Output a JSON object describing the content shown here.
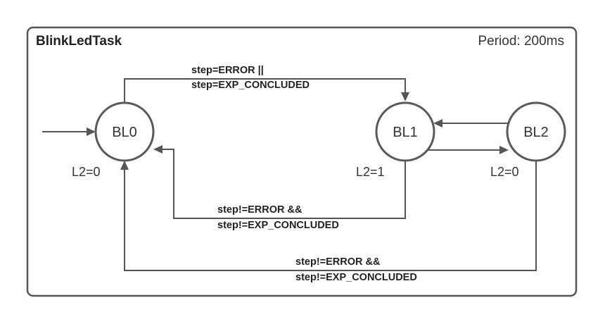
{
  "diagram": {
    "title": "BlinkLedTask",
    "period": "Period: 200ms",
    "states": [
      {
        "id": "BL0",
        "label": "BL0",
        "output": "L2=0"
      },
      {
        "id": "BL1",
        "label": "BL1",
        "output": "L2=1"
      },
      {
        "id": "BL2",
        "label": "BL2",
        "output": "L2=0"
      }
    ],
    "transitions": [
      {
        "from": "",
        "to": "BL0",
        "guard_line1": "",
        "guard_line2": ""
      },
      {
        "from": "BL0",
        "to": "BL1",
        "guard_line1": "step=ERROR ||",
        "guard_line2": "step=EXP_CONCLUDED"
      },
      {
        "from": "BL1",
        "to": "BL2",
        "guard_line1": "",
        "guard_line2": ""
      },
      {
        "from": "BL2",
        "to": "BL1",
        "guard_line1": "",
        "guard_line2": ""
      },
      {
        "from": "BL1",
        "to": "BL0",
        "guard_line1": "step!=ERROR &&",
        "guard_line2": "step!=EXP_CONCLUDED"
      },
      {
        "from": "BL2",
        "to": "BL0",
        "guard_line1": "step!=ERROR &&",
        "guard_line2": "step!=EXP_CONCLUDED"
      }
    ]
  }
}
